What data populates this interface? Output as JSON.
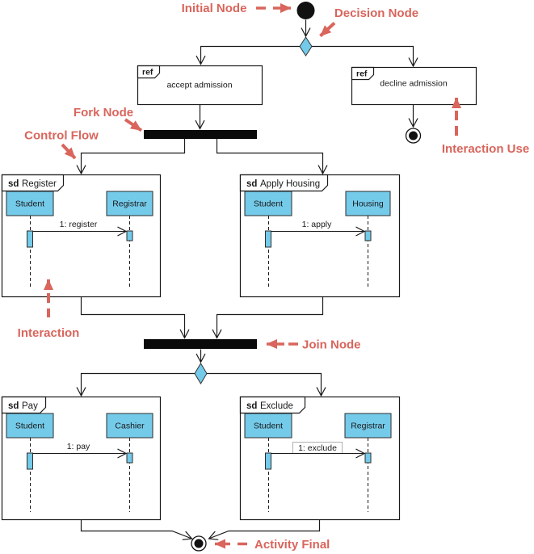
{
  "colors": {
    "annotation": "#D9655C",
    "node_fill": "#74CAE9",
    "bar": "#0a0a0a",
    "message_box_border": "#b0b0b0"
  },
  "annotations": {
    "initial_node": "Initial Node",
    "decision_node": "Decision Node",
    "fork_node": "Fork Node",
    "control_flow": "Control Flow",
    "interaction_use": "Interaction Use",
    "interaction": "Interaction",
    "join_node": "Join Node",
    "activity_final": "Activity Final"
  },
  "frames": {
    "accept": {
      "tag": "ref",
      "label": "accept admission"
    },
    "decline": {
      "tag": "ref",
      "label": "decline admission"
    },
    "register": {
      "tag": "sd",
      "name": "Register",
      "lifelines": [
        "Student",
        "Registrar"
      ],
      "message": "1: register"
    },
    "apply_housing": {
      "tag": "sd",
      "name": "Apply Housing",
      "lifelines": [
        "Student",
        "Housing"
      ],
      "message": "1: apply"
    },
    "pay": {
      "tag": "sd",
      "name": "Pay",
      "lifelines": [
        "Student",
        "Cashier"
      ],
      "message": "1: pay"
    },
    "exclude": {
      "tag": "sd",
      "name": "Exclude",
      "lifelines": [
        "Student",
        "Registrar"
      ],
      "message": "1: exclude"
    }
  }
}
